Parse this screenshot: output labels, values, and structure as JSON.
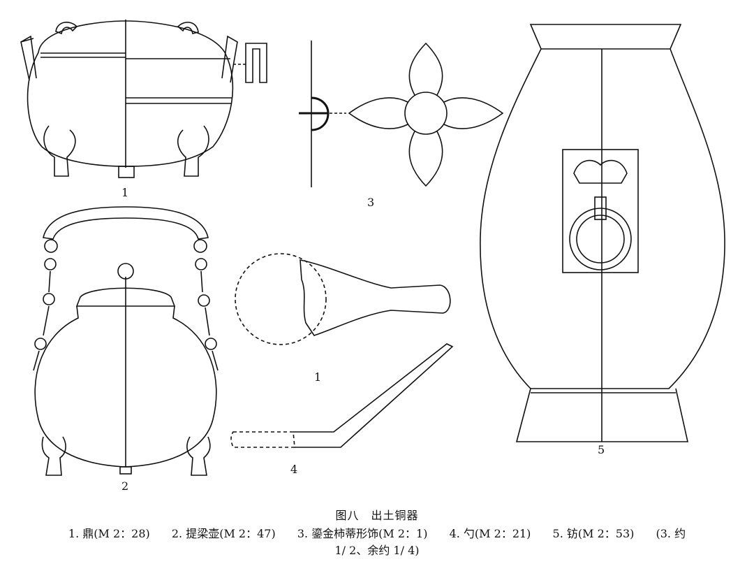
{
  "figure_labels": {
    "item1": "1",
    "item2": "2",
    "item3": "3",
    "item4_scale": "1",
    "item4": "4",
    "item5": "5"
  },
  "caption": {
    "title": "图八　出土铜器",
    "entries": [
      "1. 鼎(M 2：28)",
      "2. 提梁壶(M 2：47)",
      "3. 鎏金柿蒂形饰(M 2：1)",
      "4. 勺(M 2：21)",
      "5. 钫(M 2：53)"
    ],
    "scale_note_a": "(3. 约",
    "scale_note_b": "1/ 2、余约 1/ 4)"
  }
}
